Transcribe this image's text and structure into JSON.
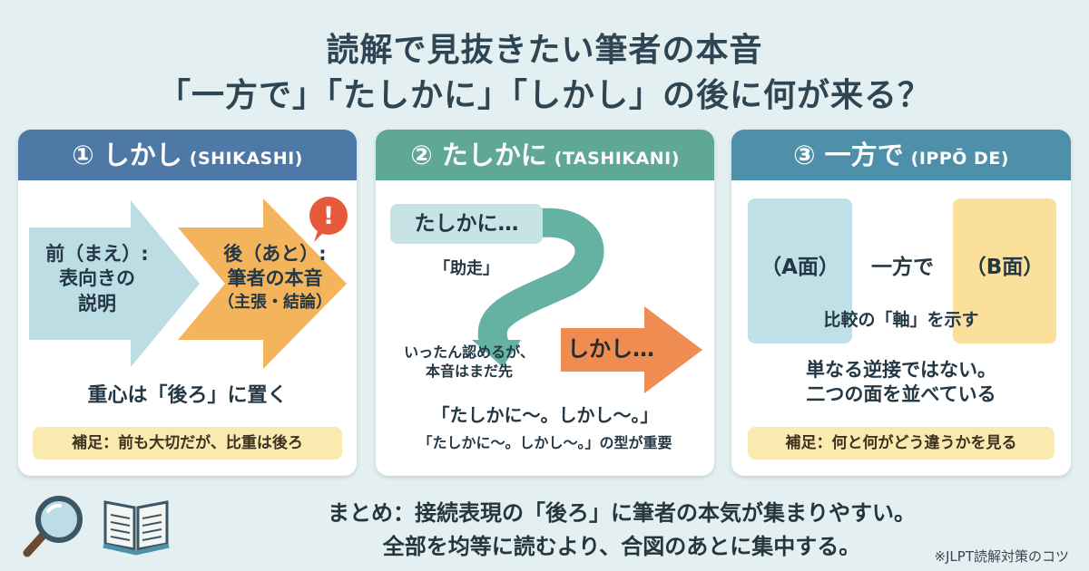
{
  "title_line1": "読解で見抜きたい筆者の本音",
  "title_line2": "「一方で」「たしかに」「しかし」の後に何が来る？",
  "cards": [
    {
      "header": "① しかし",
      "roman": "(SHIKASHI)",
      "before_label_1": "前（まえ）:",
      "before_label_2": "表向きの",
      "before_label_3": "説明",
      "after_label_1": "後（あと）:",
      "after_label_2": "筆者の本音",
      "after_label_3": "（主張・結論）",
      "alert_glyph": "!",
      "point": "重心は「後ろ」に置く",
      "note": "補足：前も大切だが、比重は後ろ"
    },
    {
      "header": "② たしかに",
      "roman": "(TASHIKANI)",
      "start_label": "たしかに…",
      "runup": "「助走」",
      "concede": "いったん認めるが、",
      "concede_2": "本音はまだ先",
      "end_label": "しかし…",
      "pattern_big": "「たしかに〜。しかし〜。」",
      "pattern_small": "「たしかに〜。しかし〜。」の型が重要"
    },
    {
      "header": "③ 一方で",
      "roman": "(IPPŌ DE)",
      "side_a": "（A面）",
      "connector": "一方で",
      "side_b": "（B面）",
      "axis": "比較の「軸」を示す",
      "point_1": "単なる逆接ではない。",
      "point_2": "二つの面を並べている",
      "note": "補足：何と何がどう違うかを見る"
    }
  ],
  "summary_1": "まとめ：接続表現の「後ろ」に筆者の本気が集まりやすい。",
  "summary_2": "全部を均等に読むより、合図のあとに集中する。",
  "source": "※JLPT読解対策のコツ",
  "colors": {
    "background": "#e3eff1",
    "card1_header": "#4e78a5",
    "card2_header": "#5fa896",
    "card3_header": "#4e8faa",
    "before_arrow": "#bcdde3",
    "after_arrow": "#f4b45c",
    "alert": "#e8593c",
    "path": "#66b2a2",
    "end_arrow": "#ef8c52",
    "side_a": "#bfe0e6",
    "side_b": "#fae09a",
    "note": "#fbeab0"
  },
  "icons": [
    "magnifier-icon",
    "open-book-icon"
  ]
}
